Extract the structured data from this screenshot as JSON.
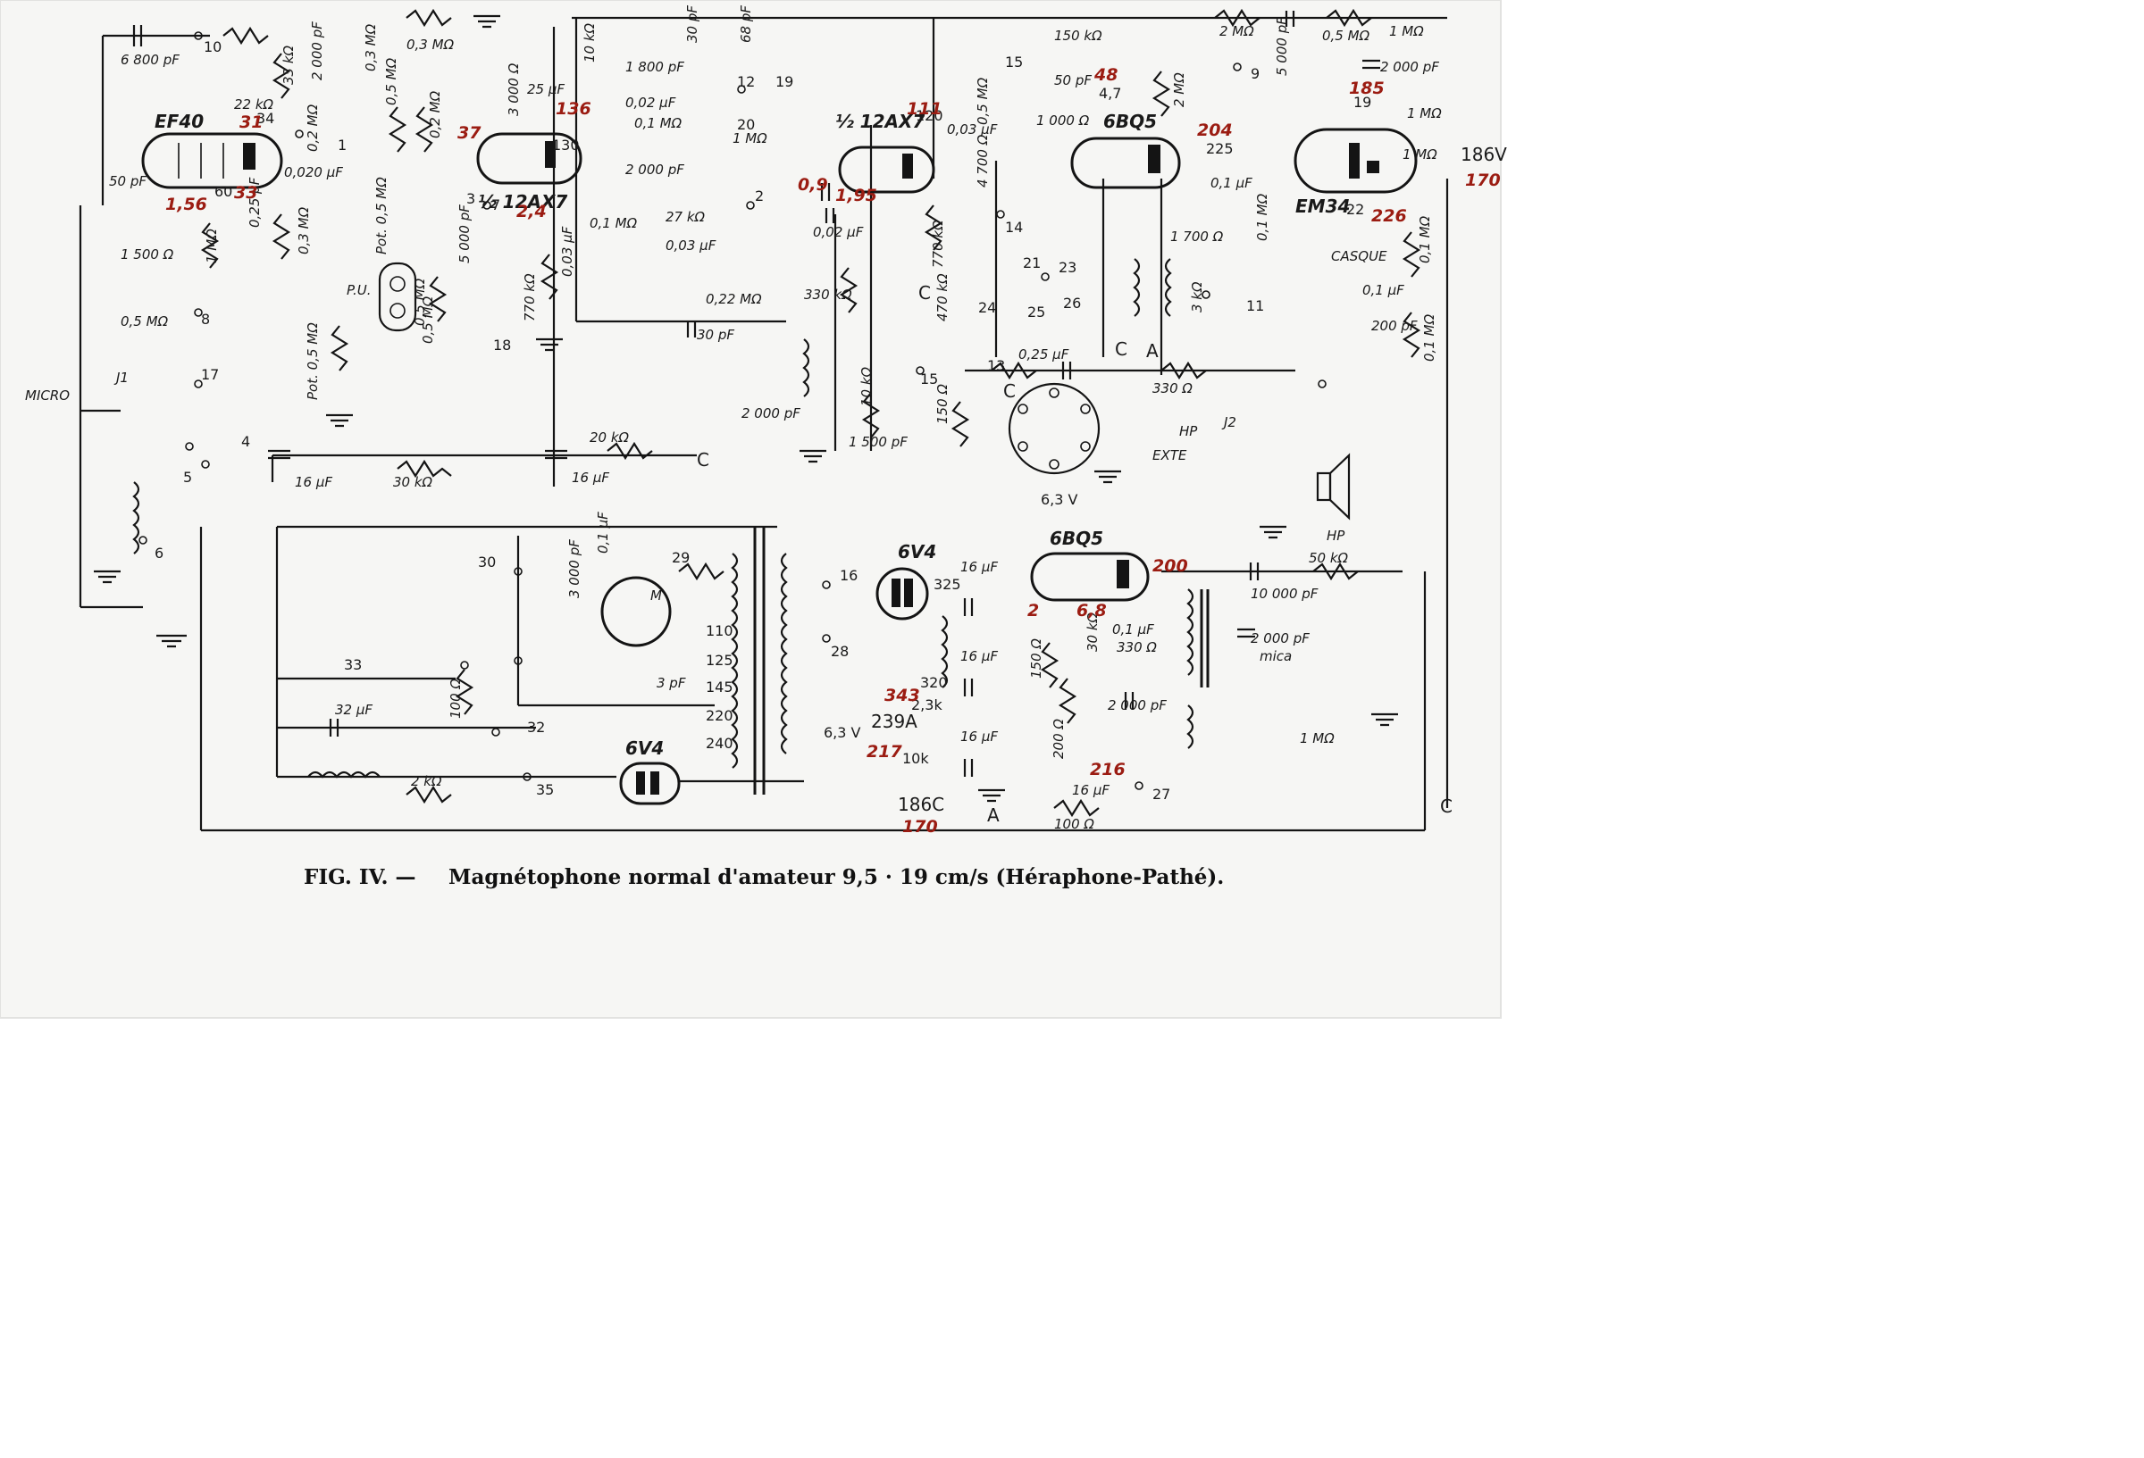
{
  "caption": {
    "prefix": "FIG. IV. —",
    "title": "Magnétophone normal d'amateur 9,5 · 19 cm/s (Héraphone-Pathé)."
  },
  "tubes": {
    "ef40": "EF40",
    "ax7_a": "½ 12AX7",
    "ax7_b": "½ 12AX7",
    "bq5_a": "6BQ5",
    "em34": "EM34",
    "v6v4_a": "6V4",
    "v6v4_b": "6V4",
    "bq5_b": "6BQ5"
  },
  "labels": {
    "micro": "MICRO",
    "pu": "P.U.",
    "casque": "CASQUE",
    "hp_exte_1": "HP",
    "hp_exte_2": "EXTE",
    "hp": "HP",
    "j1": "J1",
    "j2": "J2",
    "pot1": "Pot. 0,5 MΩ",
    "pot2": "Pot. 0,5 MΩ",
    "m": "M"
  },
  "components": {
    "c_6800": "6 800 pF",
    "r_33k": "33 kΩ",
    "r_22k": "22 kΩ",
    "c_2000_a": "2 000 pF",
    "r_02m": "0,2 MΩ",
    "r_03m_a": "0,3 MΩ",
    "r_05m_a": "0,5 MΩ",
    "r_02m_b": "0,2 MΩ",
    "r_03m_top": "0,3 MΩ",
    "c_50": "50 pF",
    "r_1500": "1 500 Ω",
    "r_1m": "1 MΩ",
    "r_03m_b": "0,3 MΩ",
    "c_025": "0,25 µF",
    "c_0020": "0,020 µF",
    "r_05m_b": "0,5 MΩ",
    "r_05m_c": "0,5 MΩ",
    "c_16_a": "16 µF",
    "r_30k": "30 kΩ",
    "r_20k": "20 kΩ",
    "c_16_b": "16 µF",
    "r_3000": "3 000 Ω",
    "c_25": "25 µF",
    "r_01m_a": "0,1 MΩ",
    "c_5000": "5 000 pF",
    "r_05m_d": "0,5 MΩ",
    "c_003": "0,03 µF",
    "r_770k": "770 kΩ",
    "r_10k_a": "10 kΩ",
    "c_1800": "1 800 pF",
    "c_002": "0,02 µF",
    "r_01m_b": "0,1 MΩ",
    "c_2000_b": "2 000 pF",
    "c_30_a": "30 pF",
    "c_68": "68 pF",
    "r_1m_b": "1 MΩ",
    "r_27k": "27 kΩ",
    "c_003b": "0,03 µF",
    "r_022m": "0,22 MΩ",
    "c_30_b": "30 pF",
    "c_002b": "0,02 µF",
    "r_770k_b": "770 kΩ",
    "r_330k": "330 kΩ",
    "r_10k_b": "10 kΩ",
    "c_2000_c": "2 000 pF",
    "c_1500": "1 500 pF",
    "r_150": "150 Ω",
    "c_003c": "0,03 µF",
    "r_05m_e": "0,5 MΩ",
    "r_4700": "4 700 Ω",
    "r_150k": "150 kΩ",
    "c_50b": "50 pF",
    "r_1000": "1 000 Ω",
    "c_025b": "0,25 µF",
    "r_470k": "470 kΩ",
    "r_2m_a": "2 MΩ",
    "r_2m_b": "2 MΩ",
    "c_5000b": "5 000 pF",
    "c_01": "0,1 µF",
    "r_01m_c": "0,1 MΩ",
    "r_1700": "1 700 Ω",
    "r_330": "330 Ω",
    "r_05m_f": "0,5 MΩ",
    "c_2000_d": "2 000 pF",
    "r_1m_c": "1 MΩ",
    "r_1m_d": "1 MΩ",
    "r_1m_e": "1 MΩ",
    "r_01m_d": "0,1 MΩ",
    "c_01b": "0,1 µF",
    "c_200": "200 pF",
    "r_01m_e": "0,1 MΩ",
    "r_3k": "3 kΩ",
    "c_01c": "0,1 µF",
    "c_3000": "3 000 pF",
    "c_3": "3 pF",
    "c_32": "32 µF",
    "r_100": "100 Ω",
    "r_2k": "2 kΩ",
    "c_16_c": "16 µF",
    "c_16_d": "16 µF",
    "c_16_e": "16 µF",
    "r_150b": "150 Ω",
    "r_30k_b": "30 kΩ",
    "r_330b": "330 Ω",
    "c_01d": "0,1 µF",
    "c_2000_e": "2 000 pF",
    "c_10000": "10 000 pF",
    "r_50k": "50 kΩ",
    "c_2000_mica": "2 000 pF",
    "mica": "mica",
    "r_1m_f": "1 MΩ",
    "c_16_f": "16 µF",
    "r_100b": "100 Ω",
    "r_200": "200 Ω"
  },
  "terminals": {
    "t1": "1",
    "t2": "2",
    "t3": "3",
    "t4": "4",
    "t5": "5",
    "t6": "6",
    "t7": "7",
    "t8": "8",
    "t9": "9",
    "t10": "10",
    "t11": "11",
    "t12": "12",
    "t13": "13",
    "t14": "14",
    "t15": "15",
    "t15b": "15",
    "t16": "16",
    "t17": "17",
    "t18": "18",
    "t19": "19",
    "t19b": "19",
    "t20": "20",
    "t21": "21",
    "t23": "23",
    "t24": "24",
    "t25": "25",
    "t26": "26",
    "t27": "27",
    "t28": "28",
    "t29": "29",
    "t30": "30",
    "t32": "32",
    "t33": "33",
    "t35": "35",
    "t34": "34",
    "t60": "60",
    "t130": "130",
    "t120": "120",
    "t225": "225",
    "v110": "110",
    "v125": "125",
    "v145": "145",
    "v220": "220",
    "v240": "240",
    "v63_a": "6,3 V",
    "v63_b": "6,3 V",
    "v325": "325",
    "v320": "320",
    "v239": "239A",
    "v186": "186V",
    "v186c": "186C",
    "v22": "22",
    "ca": "C",
    "cb": "C",
    "cc": "C",
    "cd": "C",
    "ce": "C",
    "aa": "A",
    "ab": "A",
    "k23": "2,3k",
    "k10": "10k",
    "p47": "4,7"
  },
  "handwritten": {
    "h31": "31",
    "h37": "37",
    "h33": "33",
    "h24": "2,4",
    "h1_56": "1,56",
    "h136": "136",
    "h0_9": "0,9",
    "h1_95": "1,95",
    "h111": "111",
    "h48": "48",
    "h204": "204",
    "h185": "185",
    "h170": "170",
    "h226": "226",
    "h200": "200",
    "h2": "2",
    "h6_8": "6,8",
    "h343": "343",
    "h217": "217",
    "h216": "216",
    "h170b": "170"
  },
  "colors": {
    "ink": "#141414",
    "handwriting": "#9b1c12",
    "paper": "#f5f5f3"
  }
}
